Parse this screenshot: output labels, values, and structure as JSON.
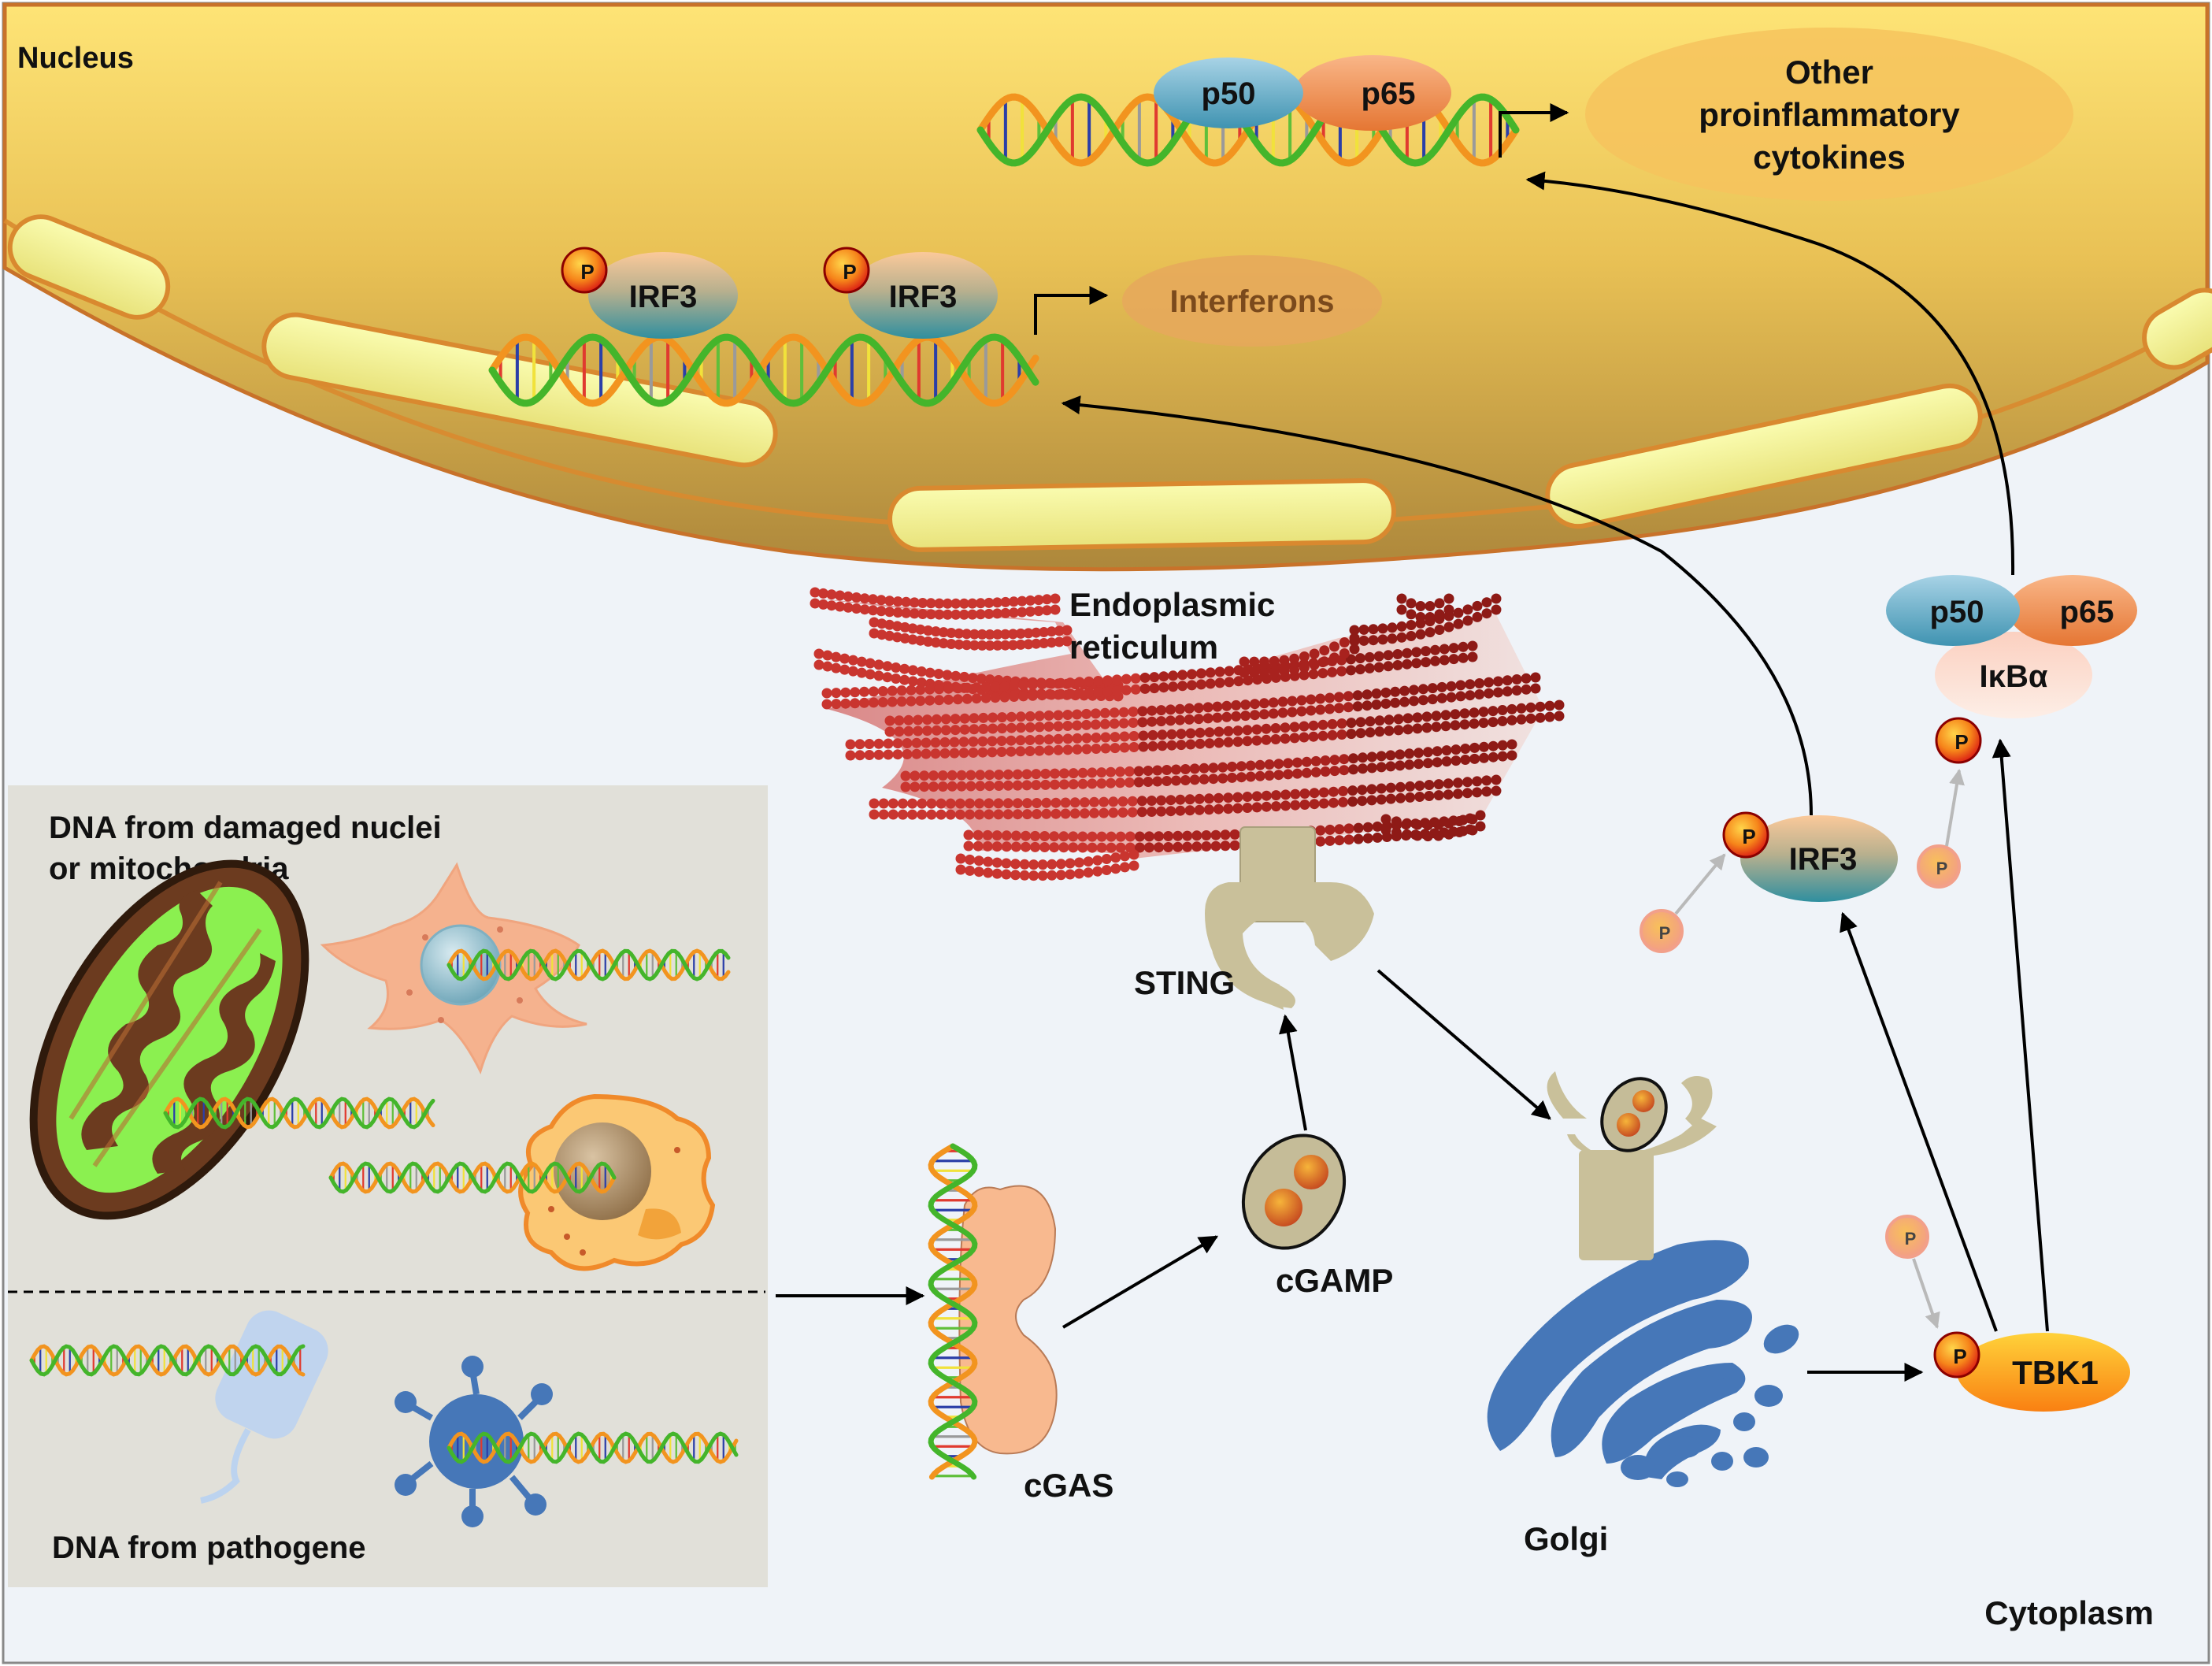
{
  "labels": {
    "nucleus": "Nucleus",
    "cytoplasm": "Cytoplasm",
    "er_line1": "Endoplasmic",
    "er_line2": "reticulum",
    "sting": "STING",
    "cgamp": "cGAMP",
    "cgas": "cGAS",
    "golgi": "Golgi",
    "tbk1": "TBK1",
    "irf3": "IRF3",
    "p50": "p50",
    "p65": "p65",
    "ikba": "IκBα",
    "p": "P",
    "interferons": "Interferons",
    "cytokines_line1": "Other",
    "cytokines_line2": "proinflammatory",
    "cytokines_line3": "cytokines",
    "damaged_line1": "DNA from damaged nuclei",
    "damaged_line2": "or mitochondria",
    "pathogene": "DNA from pathogene"
  },
  "colors": {
    "nucleus_top": "#fde16c",
    "nucleus_bottom": "#b28a3c",
    "cytoplasm": "#eff3f8",
    "panel": "#e1e0d9",
    "er_red": "#c0302c",
    "golgi_blue": "#4677b8",
    "sting_tan": "#c9c09a",
    "tbk1_orange": "#fb9a1a",
    "irf3_teal": "#3e9aa8",
    "p65_orange": "#ee8540",
    "dna_green": "#44b52b",
    "dna_orange": "#f2941f"
  }
}
